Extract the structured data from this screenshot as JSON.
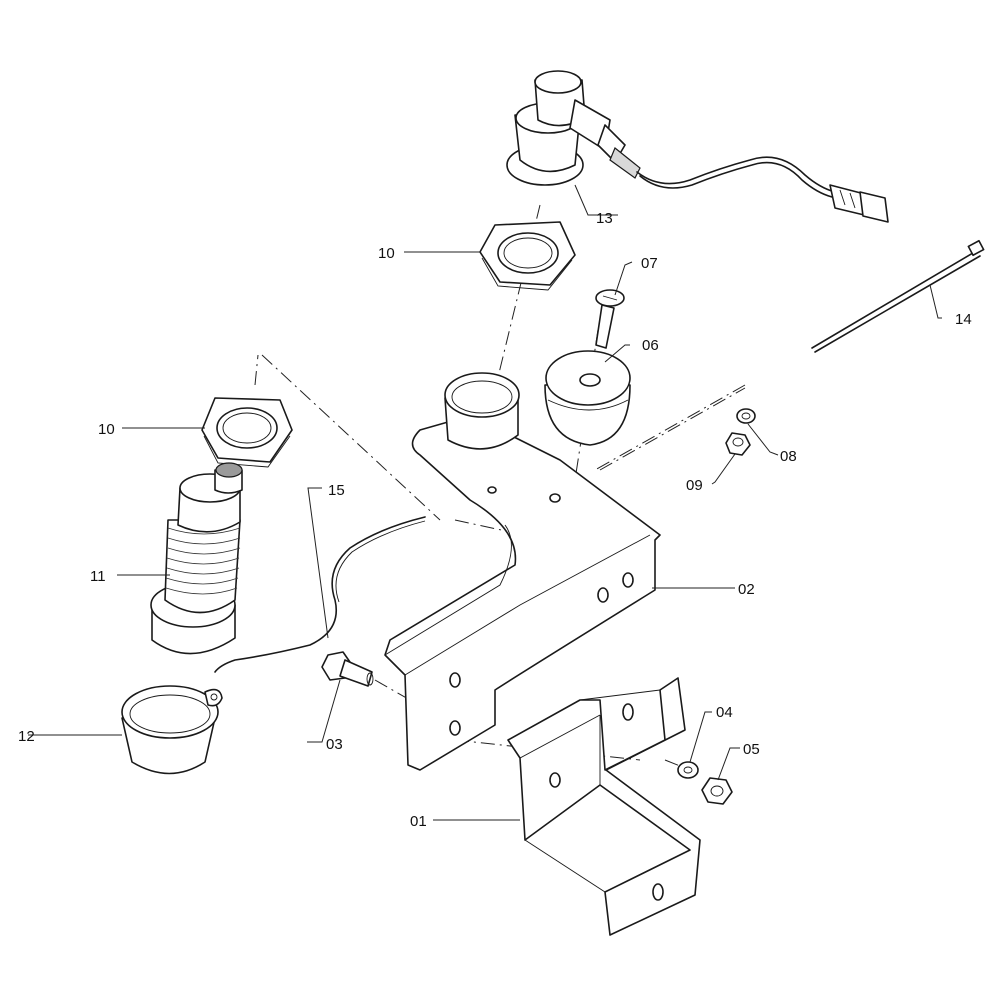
{
  "callouts": {
    "c01": "01",
    "c02": "02",
    "c03": "03",
    "c04": "04",
    "c05": "05",
    "c06": "06",
    "c07": "07",
    "c08": "08",
    "c09": "09",
    "c10a": "10",
    "c10b": "10",
    "c11": "11",
    "c12": "12",
    "c13": "13",
    "c14": "14",
    "c15": "15"
  }
}
